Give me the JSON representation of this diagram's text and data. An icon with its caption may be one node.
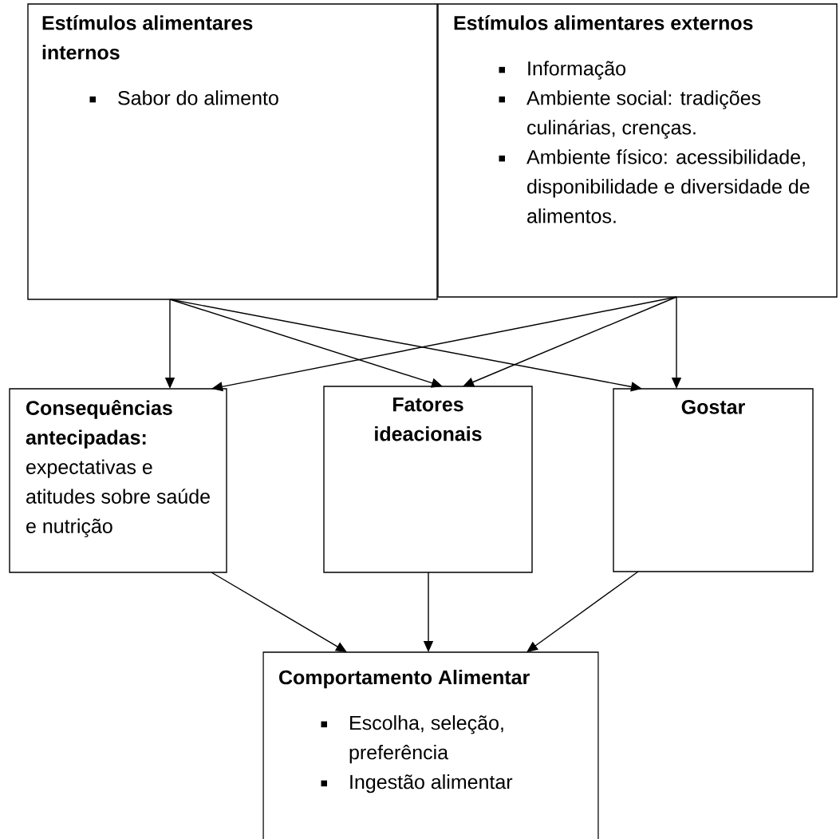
{
  "diagram": {
    "nodes": [
      {
        "text": [
          "Estímulos alimentares internos",
          "Sabor do alimento"
        ]
      },
      {
        "text": [
          "Estímulos alimentares externos",
          "Informação",
          "Ambiente social: tradições culinárias, crenças.",
          "Ambiente físico: acessibilidade, disponibilidade e diversidade de alimentos."
        ]
      },
      {
        "text": [
          "Consequências antecipadas:",
          "expectativas e atitudes sobre saúde e nutrição"
        ]
      },
      {
        "text": [
          "Fatores ideacionais"
        ]
      },
      {
        "text": [
          "Gostar"
        ]
      },
      {
        "text": [
          "Comportamento Alimentar",
          "Escolha, seleção, preferência",
          "Ingestão alimentar"
        ]
      }
    ],
    "edges": [
      {
        "from": 0,
        "to": 2,
        "arrow": "to"
      },
      {
        "from": 0,
        "to": 3,
        "arrow": "to"
      },
      {
        "from": 0,
        "to": 4,
        "arrow": "to"
      },
      {
        "from": 1,
        "to": 2,
        "arrow": "to"
      },
      {
        "from": 1,
        "to": 3,
        "arrow": "to"
      },
      {
        "from": 1,
        "to": 4,
        "arrow": "to"
      },
      {
        "from": 2,
        "to": 5,
        "arrow": "to"
      },
      {
        "from": 3,
        "to": 5,
        "arrow": "to"
      },
      {
        "from": 4,
        "to": 5,
        "arrow": "to"
      }
    ]
  }
}
